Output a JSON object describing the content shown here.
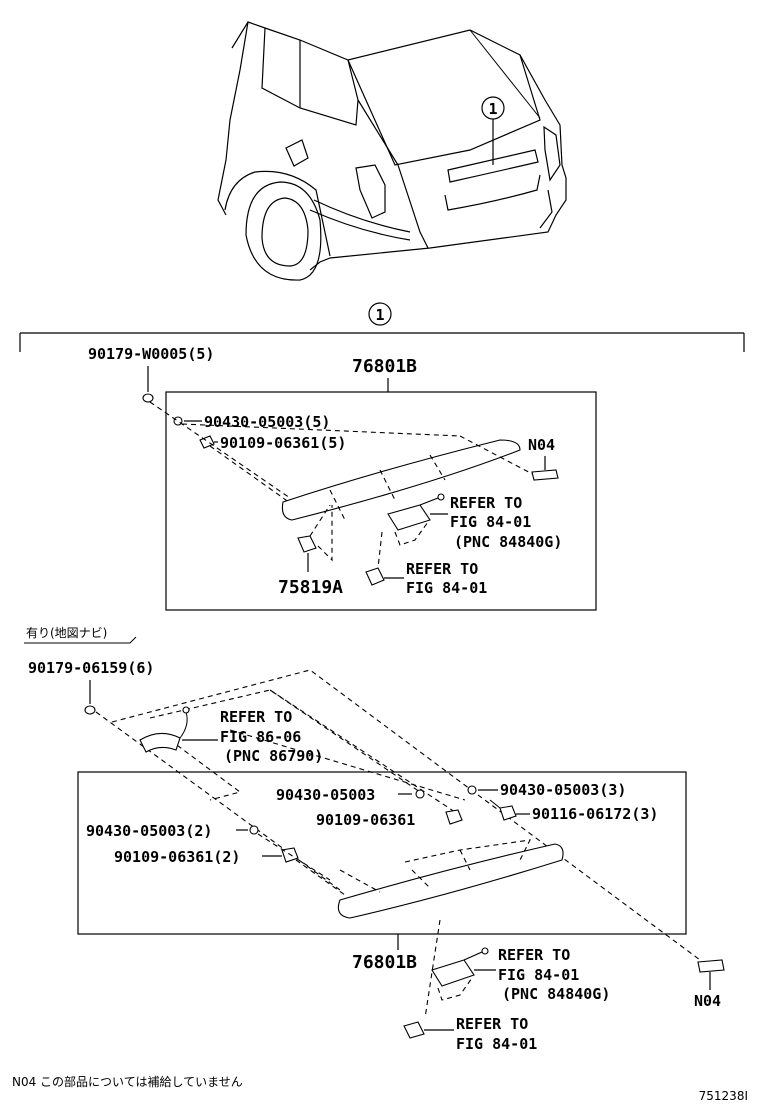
{
  "callout_number": "1",
  "top_diagram": {
    "labels": {
      "p1": "90179-W0005(5)",
      "assembly": "76801B",
      "p2": "90430-05003(5)",
      "p3": "90109-06361(5)",
      "n04": "N04",
      "ref1_a": "REFER TO",
      "ref1_b": "FIG 84-01",
      "ref1_c": "(PNC 84840G)",
      "ref2_a": "REFER TO",
      "ref2_b": "FIG 84-01",
      "p4": "75819A"
    }
  },
  "variant_label": "有り(地図ナビ)",
  "bottom_diagram": {
    "labels": {
      "p1": "90179-06159(6)",
      "ref1_a": "REFER TO",
      "ref1_b": "FIG 86-06",
      "ref1_c": "(PNC 86790)",
      "p2": "90430-05003",
      "p3": "90109-06361",
      "p4": "90430-05003(3)",
      "p5": "90116-06172(3)",
      "p6": "90430-05003(2)",
      "p7": "90109-06361(2)",
      "assembly": "76801B",
      "ref2_a": "REFER TO",
      "ref2_b": "FIG 84-01",
      "ref2_c": "(PNC 84840G)",
      "n04": "N04",
      "ref3_a": "REFER TO",
      "ref3_b": "FIG 84-01"
    }
  },
  "footnote": "N04 この部品については補給していません",
  "figure_id": "751238I"
}
